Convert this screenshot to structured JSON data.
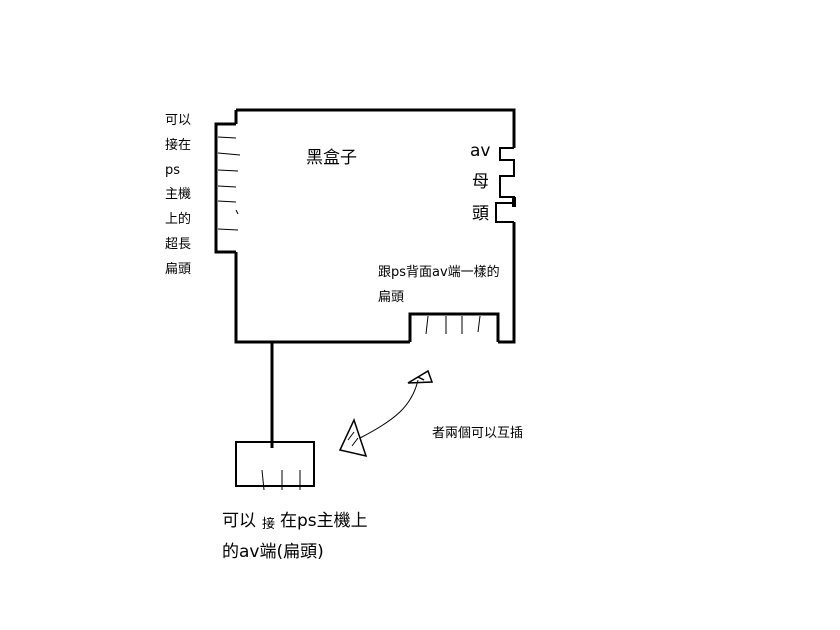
{
  "labels": {
    "left_side": [
      "可以",
      "接在",
      "ps",
      "主機",
      "上的",
      "超長",
      "扁頭"
    ],
    "box_title": "黑盒子",
    "av_female": [
      "av",
      "母",
      "頭"
    ],
    "back_connector": [
      "跟ps背面av端一樣的",
      "扁頭"
    ],
    "interchange_note": "者兩個可以互插",
    "bottom_caption": [
      "可以",
      "接",
      "在ps主機上",
      "的av端(扁頭)"
    ]
  },
  "colors": {
    "stroke": "#000000",
    "background": "#ffffff"
  },
  "icons": [
    "connector-tip-icon",
    "connector-tip-icon"
  ]
}
